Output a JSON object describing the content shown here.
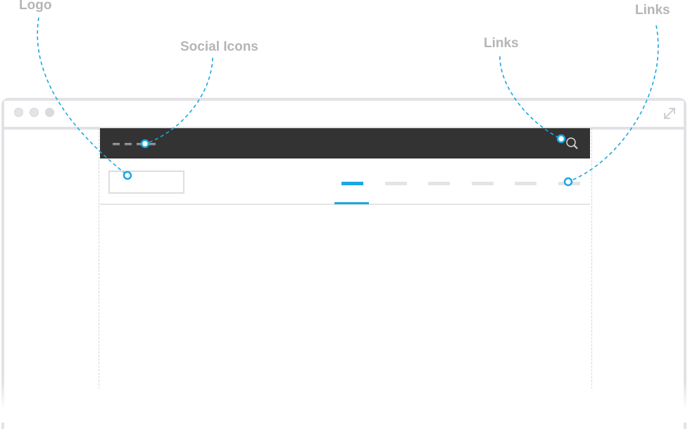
{
  "callouts": {
    "logo": "Logo",
    "social_icons": "Social Icons",
    "links_top": "Links",
    "links_nav": "Links"
  },
  "colors": {
    "accent": "#1ba8e0",
    "callout_text": "#b5b5b5",
    "topbar": "#333333",
    "wireframe_gray": "#e4e4e4"
  },
  "wireframe": {
    "social_icons": [
      "social-icon",
      "social-icon",
      "social-icon",
      "social-icon"
    ],
    "nav_links": [
      {
        "active": true
      },
      {
        "active": false
      },
      {
        "active": false
      },
      {
        "active": false
      },
      {
        "active": false
      },
      {
        "active": false
      }
    ],
    "icons": [
      "search-icon",
      "expand-icon"
    ]
  }
}
